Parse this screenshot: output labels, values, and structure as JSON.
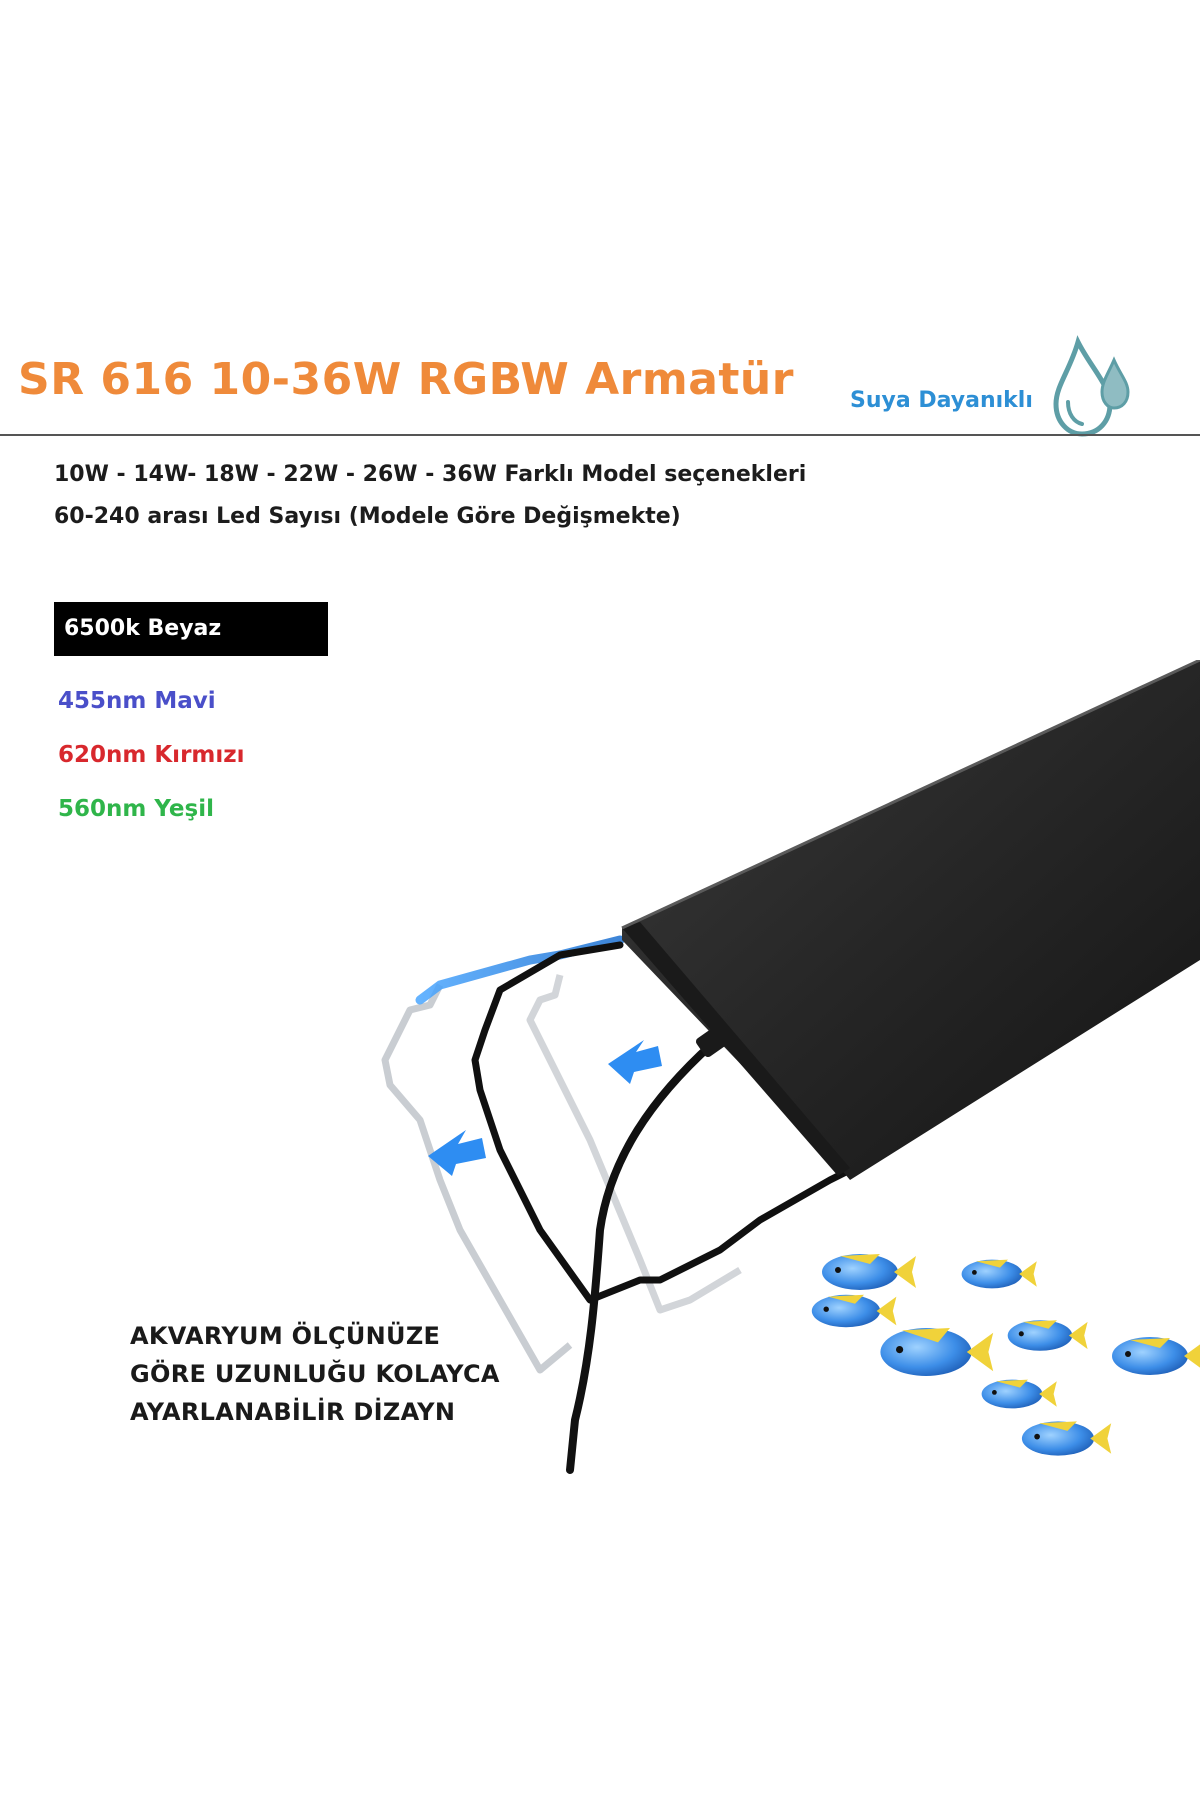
{
  "header": {
    "title": "SR 616 10-36W RGBW Armatür",
    "badge_label": "Suya Dayanıklı",
    "badge_icon": "water-drop-icon"
  },
  "specs": {
    "line1": "10W - 14W- 18W - 22W - 26W - 36W Farklı Model seçenekleri",
    "line2": "60-240 arası Led Sayısı (Modele Göre Değişmekte)"
  },
  "colors": {
    "white": "6500k Beyaz",
    "blue": "455nm Mavi",
    "red": "620nm Kırmızı",
    "green": "560nm Yeşil",
    "title_color": "#ef8a3a",
    "blue_color": "#4a4fc9",
    "red_color": "#d8282d",
    "green_color": "#2fb54a"
  },
  "caption": {
    "line1": "AKVARYUM ÖLÇÜNÜZE",
    "line2": "GÖRE UZUNLUĞU KOLAYCA",
    "line3": "AYARLANABİLİR DİZAYN"
  },
  "illustration": {
    "product": "led-light-bar",
    "arrow_icon": "blue-arrow-icon",
    "fish_icon": "fish-icon"
  }
}
